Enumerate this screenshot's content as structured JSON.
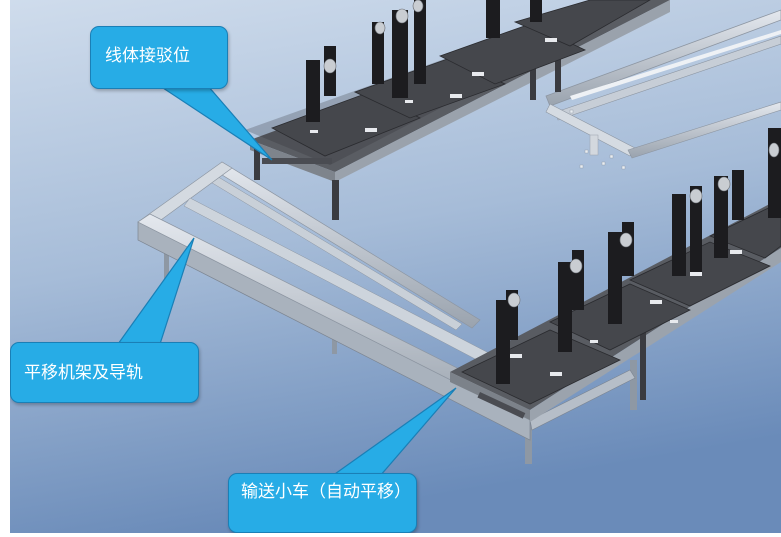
{
  "colors": {
    "background_top": "#c9d8ea",
    "background_bottom": "#6f8fbc",
    "callout_fill": "#27ace6",
    "callout_border": "#1a7fb6",
    "frame_metal": "#b9c1cb",
    "table_top": "#4b4d52",
    "post": "#1c1c1f"
  },
  "callouts": [
    {
      "text": "线体接驳位",
      "target": "line-docking-position"
    },
    {
      "text": "平移机架及导轨",
      "target": "transfer-frame-and-guide-rails"
    },
    {
      "text": "输送小车（自动平移）",
      "target": "conveyor-cart"
    }
  ]
}
